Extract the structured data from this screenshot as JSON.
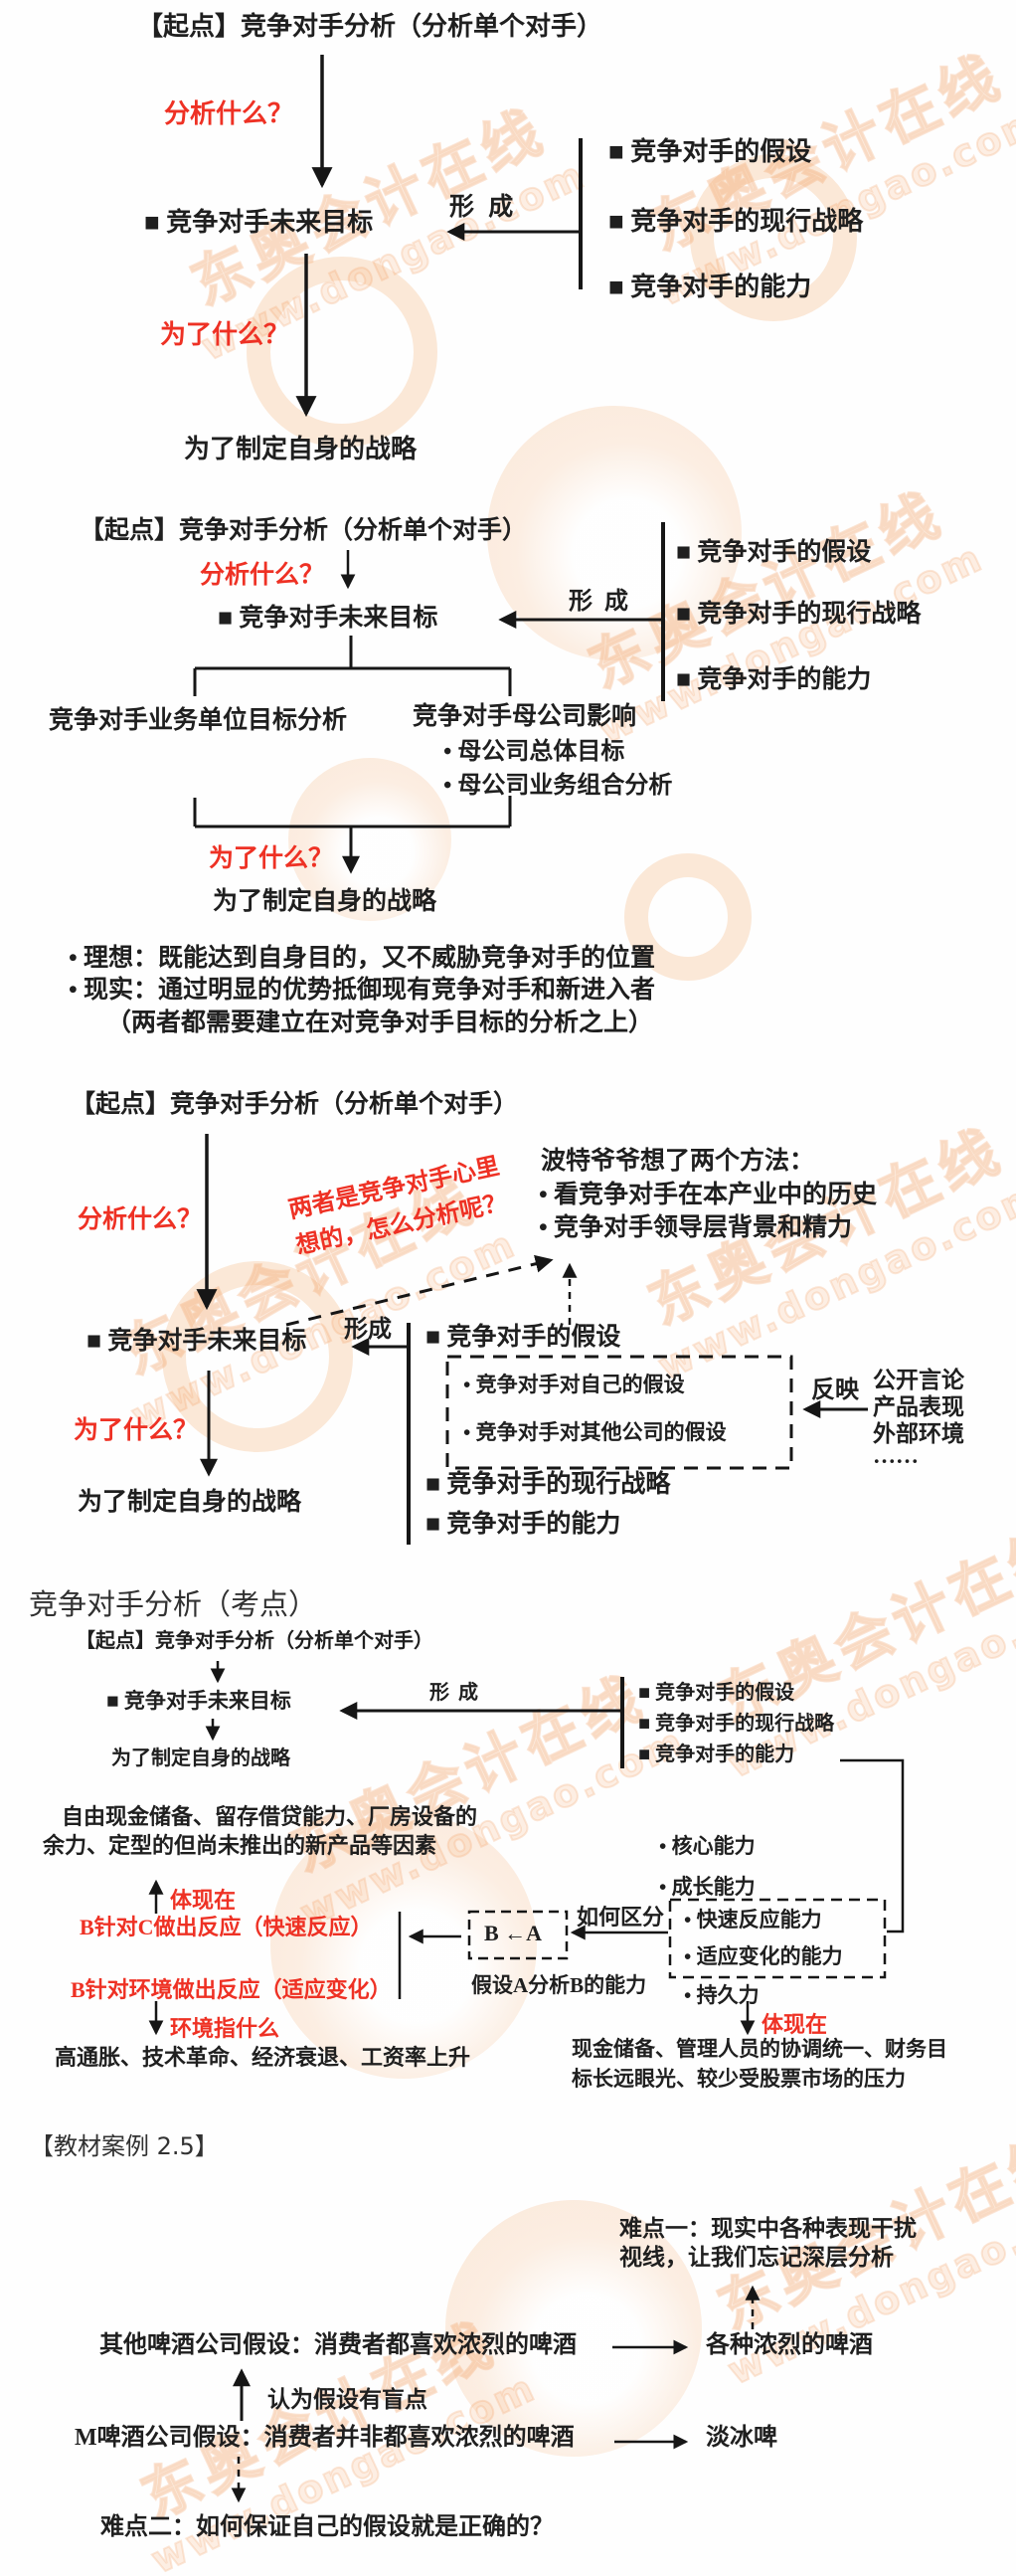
{
  "watermark": {
    "brand": "东奥会计在线",
    "url": "www.dongao.com"
  },
  "s1": {
    "title": "【起点】竞争对手分析（分析单个对手）",
    "q_what": "分析什么？",
    "goal": "■ 竞争对手未来目标",
    "form": "形  成",
    "items": [
      "■ 竞争对手的假设",
      "■ 竞争对手的现行战略",
      "■ 竞争对手的能力"
    ],
    "q_why": "为了什么？",
    "result": "为了制定自身的战略"
  },
  "s2": {
    "title": "【起点】竞争对手分析（分析单个对手）",
    "q_what": "分析什么？",
    "goal": "■ 竞争对手未来目标",
    "form": "形  成",
    "items": [
      "■ 竞争对手的假设",
      "■ 竞争对手的现行战略",
      "■ 竞争对手的能力"
    ],
    "branch_left": "竞争对手业务单位目标分析",
    "branch_right": "竞争对手母公司影响",
    "branch_right_items": [
      "•  母公司总体目标",
      "•  母公司业务组合分析"
    ],
    "q_why": "为了什么？",
    "result": "为了制定自身的战略",
    "note_ideal": "•    理想：既能达到自身目的，又不威胁竞争对手的位置",
    "note_real": "•    现实：通过明显的优势抵御现有竞争对手和新进入者",
    "note_paren": "（两者都需要建立在对竞争对手目标的分析之上）"
  },
  "s3": {
    "title": "【起点】竞争对手分析（分析单个对手）",
    "q_what": "分析什么？",
    "note_line1": "两者是竞争对手心里",
    "note_line2": "想的，怎么分析呢？",
    "porter": "波特爷爷想了两个方法：",
    "porter_items": [
      "•   看竞争对手在本产业中的历史",
      "•   竞争对手领导层背景和精力"
    ],
    "goal": "■ 竞争对手未来目标",
    "form": "形成",
    "assumption": "■ 竞争对手的假设",
    "assumption_self": "•  竞争对手对自己的假设",
    "assumption_others": "•  竞争对手对其他公司的假设",
    "reflect": "反映",
    "reflect_items": [
      "公开言论",
      "产品表现",
      "外部环境",
      "……"
    ],
    "strategy": "■ 竞争对手的现行战略",
    "capability": "■ 竞争对手的能力",
    "q_why": "为了什么？",
    "result": "为了制定自身的战略"
  },
  "s4": {
    "heading": "竞争对手分析（考点）",
    "title": "【起点】竞争对手分析（分析单个对手）",
    "goal": "■ 竞争对手未来目标",
    "form": "形    成",
    "items": [
      "■ 竞争对手的假设",
      "■ 竞争对手的现行战略",
      "■ 竞争对手的能力"
    ],
    "result": "为了制定自身的战略",
    "free_capacity_1": "自由现金储备、留存借贷能力、厂房设备的",
    "free_capacity_2": "余力、定型的但尚未推出的新产品等因素",
    "embody_1": "体现在",
    "react_c": "B针对C做出反应（快速反应）",
    "react_env": "B针对环境做出反应（适应变化）",
    "env_what": "环境指什么",
    "env_examples": "高通胀、技术革命、经济衰退、工资率上升",
    "ba_box": "B ←A",
    "how_distinguish": "如何区分",
    "assume_note": "假设A分析B的能力",
    "cap_core": "•   核心能力",
    "cap_growth": "•   成长能力",
    "cap_fast": "•   快速反应能力",
    "cap_adapt": "•   适应变化的能力",
    "cap_endure": "•   持久力",
    "embody_2": "体现在",
    "cash_line1": "现金储备、管理人员的协调统一、财务目",
    "cash_line2": "标长远眼光、较少受股票市场的压力"
  },
  "s5": {
    "heading": "【教材案例 2.5】",
    "difficulty1_line1": "难点一：现实中各种表现干扰",
    "difficulty1_line2": "视线，让我们忘记深层分析",
    "other_assumption": "其他啤酒公司假设：消费者都喜欢浓烈的啤酒",
    "other_result": "各种浓烈的啤酒",
    "blind_spot": "认为假设有盲点",
    "m_assumption": "M啤酒公司假设：消费者并非都喜欢浓烈的啤酒",
    "m_result": "淡冰啤",
    "difficulty2": "难点二：如何保证自己的假设就是正确的？"
  }
}
